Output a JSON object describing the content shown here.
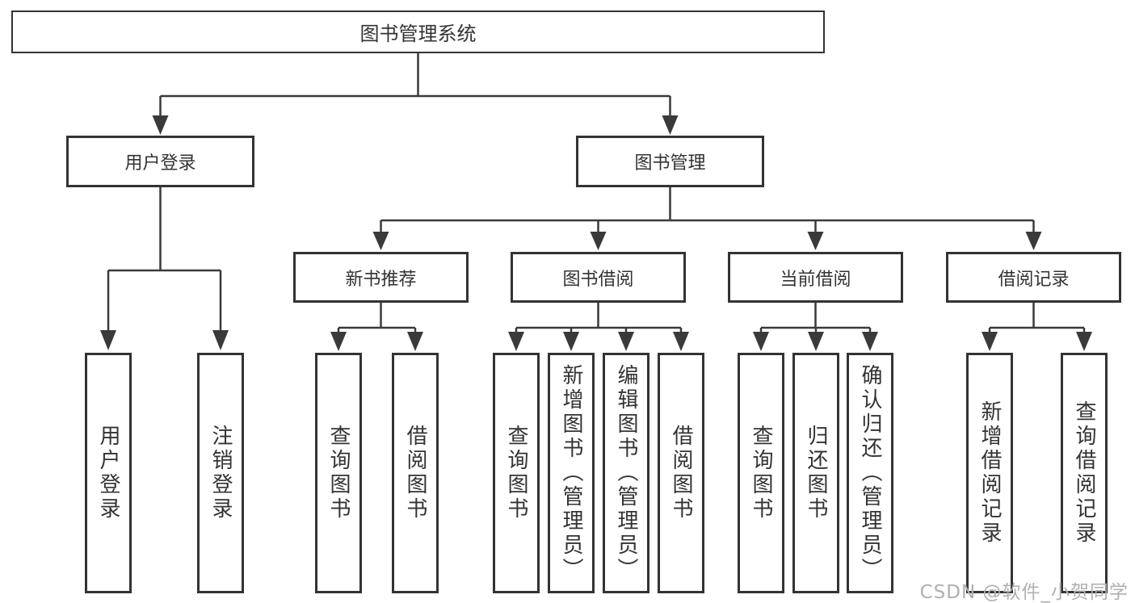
{
  "diagram": {
    "title": "图书管理系统",
    "root": {
      "label": "图书管理系统"
    },
    "level2": [
      {
        "id": "user-login",
        "label": "用户登录"
      },
      {
        "id": "book-management",
        "label": "图书管理"
      }
    ],
    "level3": [
      {
        "id": "new-book-recommend",
        "label": "新书推荐",
        "parent": "图书管理"
      },
      {
        "id": "book-borrow",
        "label": "图书借阅",
        "parent": "图书管理"
      },
      {
        "id": "current-borrow",
        "label": "当前借阅",
        "parent": "图书管理"
      },
      {
        "id": "borrow-records",
        "label": "借阅记录",
        "parent": "图书管理"
      }
    ],
    "leaves": [
      {
        "id": "user-login-leaf",
        "label": "用户登录",
        "parent": "用户登录"
      },
      {
        "id": "logout-leaf",
        "label": "注销登录",
        "parent": "用户登录"
      },
      {
        "id": "query-books-recommend",
        "label": "查询图书",
        "parent": "新书推荐"
      },
      {
        "id": "borrow-books-recommend",
        "label": "借阅图书",
        "parent": "新书推荐"
      },
      {
        "id": "query-books-borrow",
        "label": "查询图书",
        "parent": "图书借阅"
      },
      {
        "id": "add-book-admin",
        "label": "新增图书（管理员）",
        "parent": "图书借阅"
      },
      {
        "id": "edit-book-admin",
        "label": "编辑图书（管理员）",
        "parent": "图书借阅"
      },
      {
        "id": "borrow-books-borrow",
        "label": "借阅图书",
        "parent": "图书借阅"
      },
      {
        "id": "query-books-current",
        "label": "查询图书",
        "parent": "当前借阅"
      },
      {
        "id": "return-books",
        "label": "归还图书",
        "parent": "当前借阅"
      },
      {
        "id": "confirm-return-admin",
        "label": "确认归还（管理员）",
        "parent": "当前借阅"
      },
      {
        "id": "add-borrow-record",
        "label": "新增借阅记录",
        "parent": "借阅记录"
      },
      {
        "id": "query-borrow-record",
        "label": "查询借阅记录",
        "parent": "借阅记录"
      }
    ]
  },
  "watermark": {
    "text": "CSDN @软件_小贺同学"
  }
}
